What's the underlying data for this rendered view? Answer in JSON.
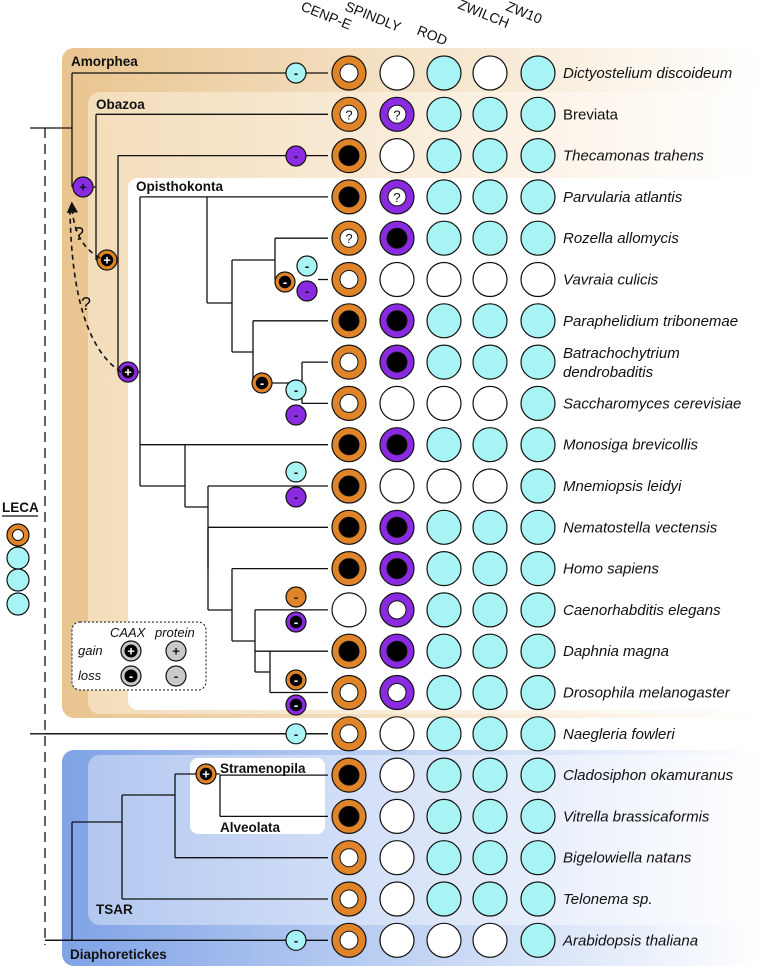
{
  "columns": [
    "CENP-E",
    "SPINDLY",
    "ROD",
    "ZWILCH",
    "ZW10"
  ],
  "species": [
    {
      "name": "Dictyostelium discoideum",
      "italic": true,
      "cells": [
        "o-ring",
        "empty",
        "teal",
        "empty",
        "teal"
      ]
    },
    {
      "name": "Breviata",
      "italic": false,
      "cells": [
        "o-q",
        "p-q",
        "teal",
        "teal",
        "teal"
      ]
    },
    {
      "name": "Thecamonas trahens",
      "italic": true,
      "cells": [
        "o-dot",
        "empty",
        "teal",
        "teal",
        "teal"
      ]
    },
    {
      "name": "Parvularia atlantis",
      "italic": true,
      "cells": [
        "o-dot",
        "p-q",
        "teal",
        "teal",
        "teal"
      ]
    },
    {
      "name": "Rozella allomycis",
      "italic": true,
      "cells": [
        "o-q",
        "p-dot",
        "teal",
        "teal",
        "teal"
      ]
    },
    {
      "name": "Vavraia culicis",
      "italic": true,
      "cells": [
        "o-ring",
        "empty",
        "empty",
        "empty",
        "empty"
      ]
    },
    {
      "name": "Paraphelidium tribonemae",
      "italic": true,
      "cells": [
        "o-dot",
        "p-dot",
        "teal",
        "teal",
        "teal"
      ]
    },
    {
      "name": "Batrachochytrium dendrobaditis",
      "lines": [
        "Batrachochytrium",
        "dendrobaditis"
      ],
      "italic": true,
      "cells": [
        "o-ring",
        "p-dot",
        "teal",
        "teal",
        "teal"
      ]
    },
    {
      "name": "Saccharomyces cerevisiae",
      "italic": true,
      "cells": [
        "o-ring",
        "empty",
        "empty",
        "empty",
        "teal"
      ]
    },
    {
      "name": "Monosiga brevicollis",
      "italic": true,
      "cells": [
        "o-dot",
        "p-dot",
        "teal",
        "teal",
        "teal"
      ]
    },
    {
      "name": "Mnemiopsis leidyi",
      "italic": true,
      "cells": [
        "o-dot",
        "empty",
        "empty",
        "empty",
        "teal"
      ]
    },
    {
      "name": "Nematostella vectensis",
      "italic": true,
      "cells": [
        "o-dot",
        "p-dot",
        "teal",
        "teal",
        "teal"
      ]
    },
    {
      "name": "Homo sapiens",
      "italic": true,
      "cells": [
        "o-dot",
        "p-dot",
        "teal",
        "teal",
        "teal"
      ]
    },
    {
      "name": "Caenorhabditis elegans",
      "italic": true,
      "cells": [
        "empty",
        "p-ring",
        "teal",
        "teal",
        "teal"
      ]
    },
    {
      "name": "Daphnia magna",
      "italic": true,
      "cells": [
        "o-dot",
        "p-dot",
        "teal",
        "teal",
        "teal"
      ]
    },
    {
      "name": "Drosophila melanogaster",
      "italic": true,
      "cells": [
        "o-ring",
        "p-ring",
        "teal",
        "teal",
        "teal"
      ]
    },
    {
      "name": "Naegleria fowleri",
      "italic": true,
      "cells": [
        "o-ring",
        "empty",
        "teal",
        "teal",
        "teal"
      ]
    },
    {
      "name": "Cladosiphon okamuranus",
      "italic": true,
      "cells": [
        "o-dot",
        "empty",
        "teal",
        "teal",
        "teal"
      ]
    },
    {
      "name": "Vitrella brassicaformis",
      "italic": true,
      "cells": [
        "o-dot",
        "empty",
        "teal",
        "teal",
        "teal"
      ]
    },
    {
      "name": "Bigelowiella natans",
      "italic": true,
      "cells": [
        "o-ring",
        "empty",
        "teal",
        "teal",
        "teal"
      ]
    },
    {
      "name": "Telonema sp.",
      "italic": true,
      "cells": [
        "o-ring",
        "empty",
        "teal",
        "teal",
        "teal"
      ]
    },
    {
      "name": "Arabidopsis thaliana",
      "italic": true,
      "cells": [
        "o-ring",
        "empty",
        "empty",
        "empty",
        "teal"
      ]
    }
  ],
  "clades": {
    "amorphea": "Amorphea",
    "obazoa": "Obazoa",
    "opisthokonta": "Opisthokonta",
    "stramenopila": "Stramenopila",
    "alveolata": "Alveolata",
    "tsar": "TSAR",
    "diaphoretickes": "Diaphoretickes",
    "leca": "LECA"
  },
  "legend": {
    "caax": "CAAX",
    "protein": "protein",
    "gain": "gain",
    "loss": "loss"
  },
  "symbols": {
    "plus": "+",
    "minus": "-",
    "question": "?"
  },
  "colors": {
    "orange": "#E0842A",
    "purple": "#8A2BE2",
    "teal": "#A8F4F4",
    "amorphea_bg": "#F0D9B5",
    "obazoa_bg": "#F8EBD6",
    "diaph_bg": "#8FB0EA",
    "tsar_bg": "#C9D8F4"
  }
}
